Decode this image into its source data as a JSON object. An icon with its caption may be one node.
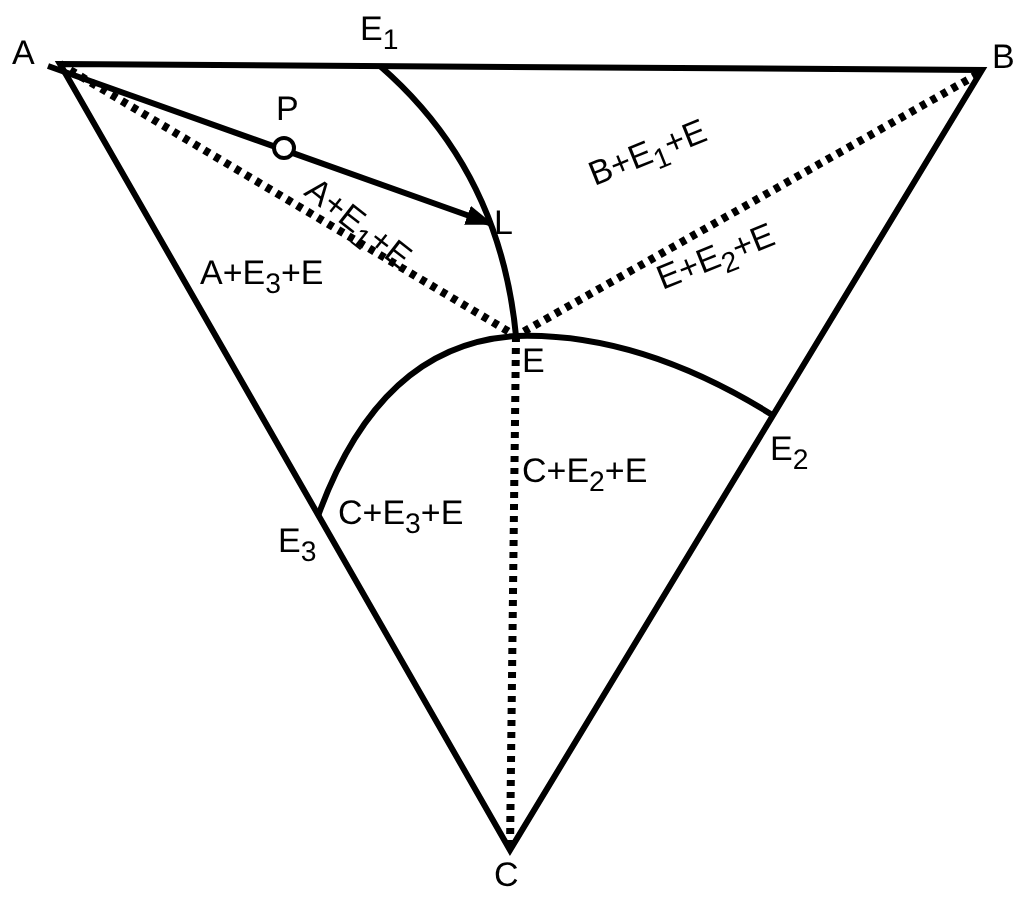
{
  "diagram": {
    "nodes": [
      {
        "text": [
          "A"
        ]
      },
      {
        "text": [
          "L"
        ]
      }
    ],
    "edges": [
      {
        "from": 0,
        "to": 1,
        "arrow": "to"
      }
    ],
    "labels": [
      "E$_{1}$",
      "B",
      "P",
      "B+E$_{1}$+E",
      "A+E$_{1}$+E",
      "A+E$_{3}$+E",
      "E+E$_{2}$+E",
      "E",
      "E$_{2}$",
      "C+E$_{2}$+E",
      "C+E$_{3}$+E",
      "E$_{3}$",
      "C"
    ]
  }
}
